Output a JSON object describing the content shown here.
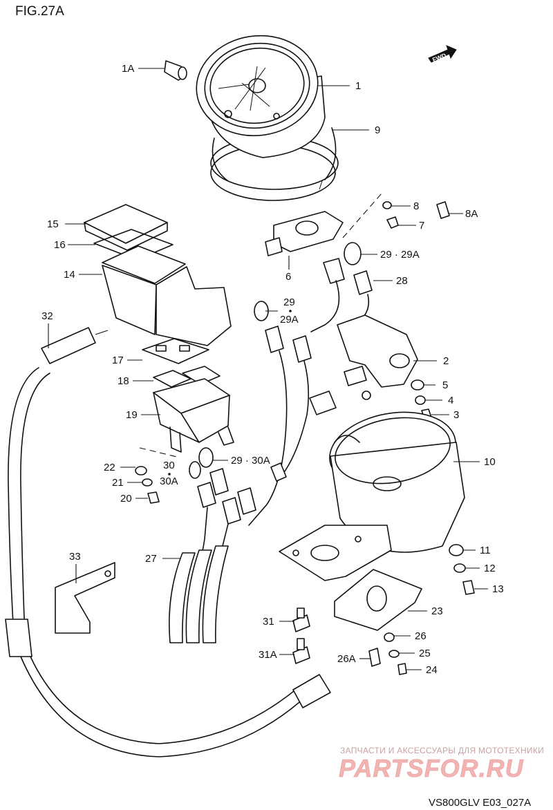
{
  "figure_title": "FIG.27A",
  "model_code": "VS800GLV E03_027A",
  "fwd_label": "FWD",
  "watermark": {
    "caption": "ЗАПЧАСТИ И АКСЕССУАРЫ ДЛЯ МОТОТЕХНИКИ",
    "brand": "PARTSFOR.RU"
  },
  "callouts": {
    "c1": "1",
    "c1A": "1A",
    "c2": "2",
    "c3": "3",
    "c4": "4",
    "c5": "5",
    "c6": "6",
    "c7": "7",
    "c8": "8",
    "c8A": "8A",
    "c9": "9",
    "c10": "10",
    "c11": "11",
    "c12": "12",
    "c13": "13",
    "c14": "14",
    "c15": "15",
    "c16": "16",
    "c17": "17",
    "c18": "18",
    "c19": "19",
    "c20": "20",
    "c21": "21",
    "c22": "22",
    "c23": "23",
    "c24": "24",
    "c25": "25",
    "c26": "26",
    "c26A": "26A",
    "c27": "27",
    "c28": "28",
    "c29_29A_right": "29 · 29A",
    "c29_left": "29",
    "c29A_left": "29A",
    "c29_30A": "29 · 30A",
    "c30": "30",
    "c30A": "30A",
    "c31": "31",
    "c31A": "31A",
    "c32": "32",
    "c33": "33"
  }
}
